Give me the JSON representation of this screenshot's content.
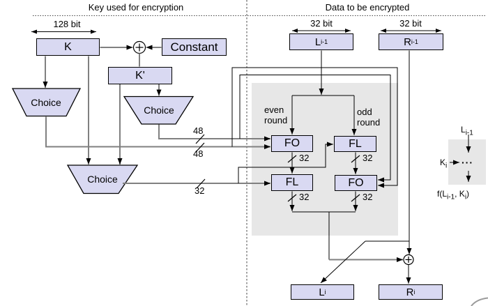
{
  "titles": {
    "left": "Key used for encryption",
    "right": "Data to be encrypted"
  },
  "dim_labels": {
    "key": "128 bit",
    "left_word": "32 bit",
    "right_word": "32 bit"
  },
  "key_schedule": {
    "k": "K",
    "constant": "Constant",
    "k_prime": "K'",
    "choice1": "Choice",
    "choice2": "Choice",
    "choice3": "Choice",
    "bus48_upper": "48",
    "bus48_lower": "48",
    "bus32": "32"
  },
  "round": {
    "fo_left": "FO",
    "fl_left": "FL",
    "fl_right": "FL",
    "fo_right": "FO",
    "even_l1": "even",
    "even_l2": "round",
    "odd_l1": "odd",
    "odd_l2": "round",
    "out32_fo_left": "32",
    "out32_fl_left": "32",
    "out32_fl_right": "32",
    "out32_fo_right": "32"
  },
  "registers": {
    "l_prev": {
      "main": "L",
      "sub": "i-1"
    },
    "r_prev": {
      "main": "R",
      "sub": "i-1"
    },
    "l_next": {
      "main": "L",
      "sub": "i"
    },
    "r_next": {
      "main": "R",
      "sub": "i"
    }
  },
  "mini": {
    "input": {
      "main": "L",
      "sub": "i-1"
    },
    "key": {
      "main": "K",
      "sub": "i"
    },
    "dots": "···",
    "f": {
      "p1": "f(L",
      "s1": "i-1",
      "p2": ", K",
      "s2": "i",
      "p3": ")"
    }
  },
  "colors": {
    "box_fill": "#d9d9f2",
    "panel_fill": "#e7e7e7",
    "wire_gray": "#808080",
    "ink": "#000000"
  }
}
